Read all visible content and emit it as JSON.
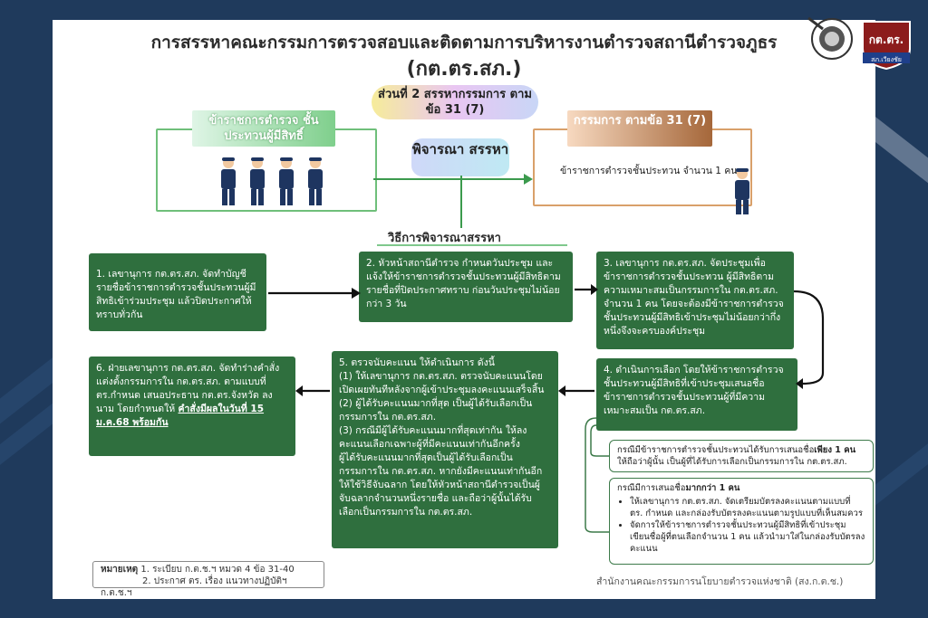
{
  "header": {
    "title_line1": "การสรรหาคณะกรรมการตรวจสอบและติดตามการบริหารงานตำรวจสถานีตำรวจภูธร",
    "title_line2": "(กต.ตร.สภ.)"
  },
  "part": {
    "label": "ส่วนที่ 2 สรรหากรรมการ ตามข้อ 31 (7)"
  },
  "left_group": {
    "label": "ข้าราชการตำรวจ ชั้นประทวนผู้มีสิทธิ์"
  },
  "consider": {
    "label": "พิจารณา สรรหา"
  },
  "right_group": {
    "label": "กรรมการ ตามข้อ 31 (7)",
    "desc": "ข้าราชการตำรวจชั้นประทวน จำนวน 1 คน"
  },
  "method": {
    "label": "วิธีการพิจารณาสรรหา"
  },
  "steps": {
    "s1": "1. เลขานุการ กต.ตร.สภ. จัดทำบัญชีรายชื่อข้าราชการตำรวจชั้นประทวนผู้มีสิทธิเข้าร่วมประชุม แล้วปิดประกาศให้ทราบทั่วกัน",
    "s2": "2. หัวหน้าสถานีตำรวจ กำหนดวันประชุม และแจ้งให้ข้าราชการตำรวจชั้นประทวนผู้มีสิทธิตามรายชื่อที่ปิดประกาศทราบ ก่อนวันประชุมไม่น้อยกว่า 3 วัน",
    "s3": "3. เลขานุการ กต.ตร.สภ. จัดประชุมเพื่อข้าราชการตำรวจชั้นประทวน ผู้มีสิทธิตามความเหมาะสมเป็นกรรมการใน กต.ตร.สภ. จำนวน 1 คน โดยจะต้องมีข้าราชการตำรวจชั้นประทวนผู้มีสิทธิเข้าประชุมไม่น้อยกว่ากึ่งหนึ่งจึงจะครบองค์ประชุม",
    "s4": "4. ดำเนินการเลือก โดยให้ข้าราชการตำรวจชั้นประทวนผู้มีสิทธิที่เข้าประชุมเสนอชื่อข้าราชการตำรวจชั้นประทวนผู้ที่มีความเหมาะสมเป็น กต.ตร.สภ.",
    "s5_head": "5. ตรวจนับคะแนน ให้ดำเนินการ ดังนี้",
    "s5_a": "(1) ให้เลขานุการ กต.ตร.สภ. ตรวจนับคะแนนโดยเปิดเผยทันทีหลังจากผู้เข้าประชุมลงคะแนนเสร็จสิ้น",
    "s5_b": "(2) ผู้ได้รับคะแนนมากที่สุด เป็นผู้ได้รับเลือกเป็นกรรมการใน กต.ตร.สภ.",
    "s5_c": "(3) กรณีมีผู้ได้รับคะแนนมากที่สุดเท่ากัน ให้ลงคะแนนเลือกเฉพาะผู้ที่มีคะแนนเท่ากันอีกครั้ง",
    "s5_d": "ผู้ได้รับคะแนนมากที่สุดเป็นผู้ได้รับเลือกเป็นกรรมการใน กต.ตร.สภ. หากยังมีคะแนนเท่ากันอีกให้ใช้วิธีจับฉลาก โดยให้หัวหน้าสถานีตำรวจเป็นผู้จับฉลากจำนวนหนึ่งรายชื่อ และถือว่าผู้นั้นได้รับเลือกเป็นกรรมการใน กต.ตร.สภ.",
    "s6_main": "6. ฝ่ายเลขานุการ กต.ตร.สภ. จัดทำร่างคำสั่งแต่งตั้งกรรมการใน กต.ตร.สภ. ตามแบบที่ ตร.กำหนด เสนอประธาน กต.ตร.จังหวัด ลงนาม โดยกำหนดให้",
    "s6_emph": "คำสั่งมีผลในวันที่ 15 ม.ค.68 พร้อมกัน"
  },
  "notes": {
    "n1_pre": "กรณีมีข้าราชการตำรวจชั้นประทวนได้รับการเสนอชื่อ",
    "n1_bold": "เพียง 1 คน",
    "n1_post": "ให้ถือว่าผู้นั้น เป็นผู้ที่ได้รับการเลือกเป็นกรรมการใน กต.ตร.สภ.",
    "n2_pre": "กรณีมีการเสนอชื่อ",
    "n2_bold": "มากกว่า 1 คน",
    "n2_item1": "ให้เลขานุการ กต.ตร.สภ. จัดเตรียมบัตรลงคะแนนตามแบบที่ ตร. กำหนด และกล่องรับบัตรลงคะแนนตามรูปแบบที่เห็นสมควร",
    "n2_item2": "จัดการให้ข้าราชการตำรวจชั้นประทวนผู้มีสิทธิที่เข้าประชุมเขียนชื่อผู้ที่ตนเลือกจำนวน 1 คน แล้วนำมาใส่ในกล่องรับบัตรลงคะแนน"
  },
  "remark": {
    "label": "หมายเหตุ",
    "item1": "1. ระเบียบ ก.ต.ช.ฯ หมวด 4 ข้อ 31-40",
    "item2": "2. ประกาศ ตร. เรื่อง แนวทางปฏิบัติฯ ก.ต.ช.ฯ"
  },
  "footer": {
    "text": "สำนักงานคณะกรรมการนโยบายตำรวจแห่งชาติ (สง.ก.ต.ช.)"
  },
  "logos": {
    "logo2_text": "กต.ตร.",
    "logo2_sub": "สภ.เวียงชัย"
  },
  "colors": {
    "step_green": "#2f6f3e",
    "card_bg": "#ffffff",
    "page_bg": "#1f3a5c"
  }
}
